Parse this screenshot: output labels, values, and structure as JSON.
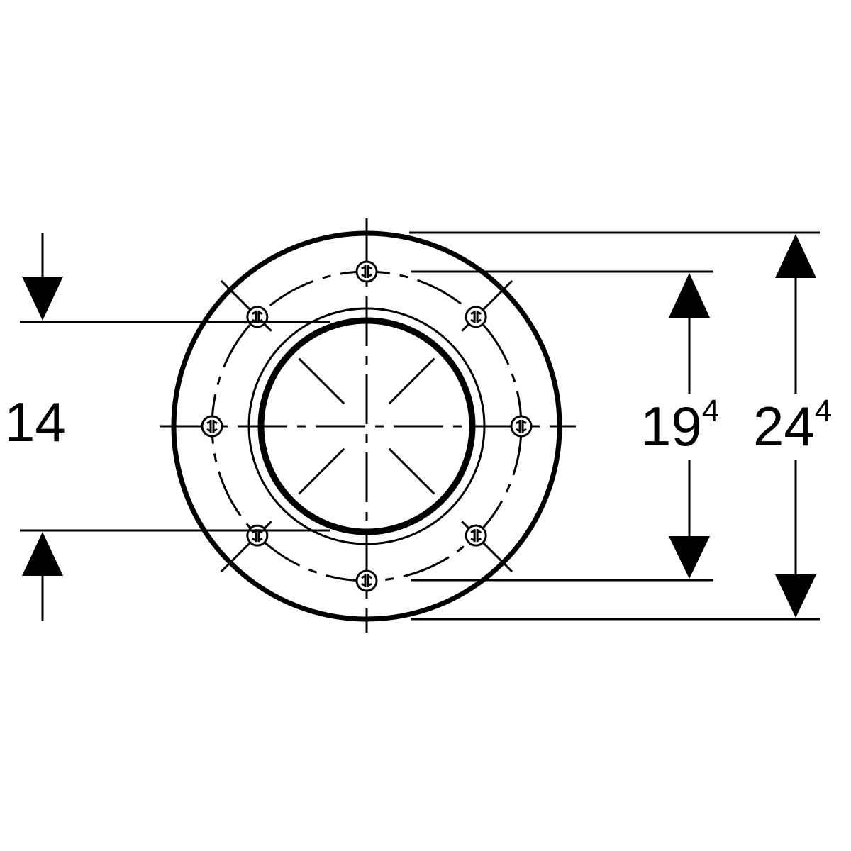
{
  "drawing": {
    "dimensions": {
      "left": {
        "value": "14"
      },
      "inner": {
        "value": "19",
        "superscript": "4"
      },
      "outer": {
        "value": "24",
        "superscript": "4"
      }
    },
    "bolt_count": 8,
    "colors": {
      "line": "#000000",
      "background": "#ffffff"
    }
  }
}
